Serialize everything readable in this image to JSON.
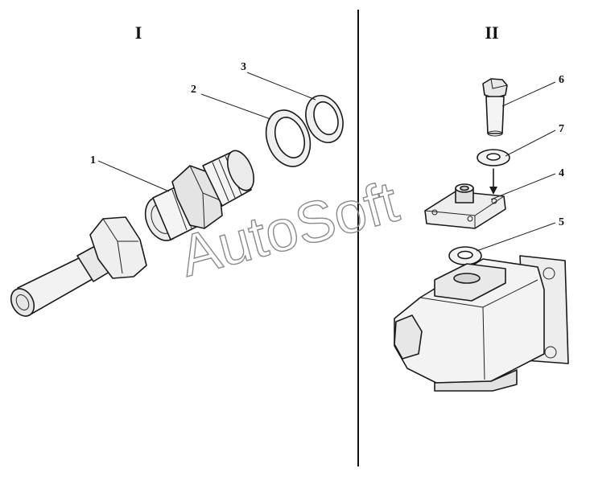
{
  "panels": {
    "left_label": "I",
    "right_label": "II"
  },
  "callouts": {
    "c1": "1",
    "c2": "2",
    "c3": "3",
    "c4": "4",
    "c5": "5",
    "c6": "6",
    "c7": "7"
  },
  "watermark": "AutoSoft",
  "colors": {
    "ink": "#1a1a1a",
    "watermark": "#8a8a8a",
    "background": "#ffffff"
  }
}
